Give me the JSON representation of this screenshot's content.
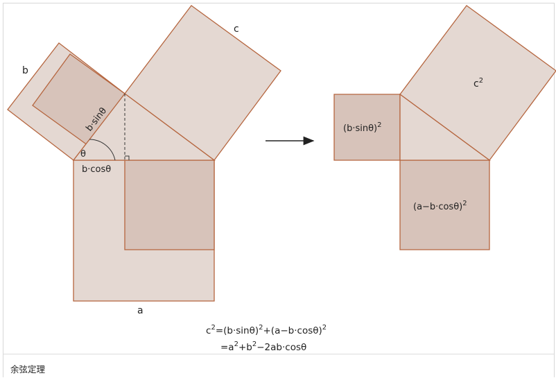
{
  "figure": {
    "labels": {
      "b": "b",
      "c": "c",
      "a": "a",
      "theta": "θ",
      "b_sin": "b·sinθ",
      "b_cos": "b·cosθ",
      "c2_base": "c",
      "c2_exp": "2",
      "bsin2_base": "(b·sinθ)",
      "bsin2_exp": "2",
      "abcos2_base": "(a−b·cosθ)",
      "abcos2_exp": "2"
    },
    "arrow": "→",
    "colors": {
      "stroke": "#b5653e",
      "fill_light": "#e4d8d2",
      "fill_dark": "#d7c3ba",
      "text": "#222222"
    },
    "formula": {
      "line1": {
        "t1": "c",
        "s1": "2",
        "t2": "=(b·sinθ)",
        "s2": "2",
        "t3": "+(a−b·cosθ)",
        "s3": "2"
      },
      "line2": {
        "t1": "=a",
        "s1": "2",
        "t2": "+b",
        "s2": "2",
        "t3": "−2ab·cosθ"
      }
    }
  },
  "caption": "余弦定理"
}
